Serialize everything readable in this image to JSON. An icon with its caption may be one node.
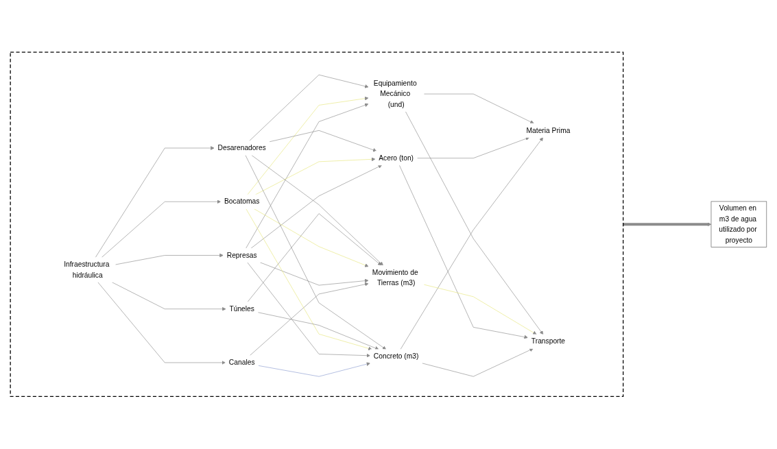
{
  "diagram": {
    "nodes": [
      {
        "text": [],
        "shape": "box"
      },
      {
        "text": [
          "Infraestructura hidráulica"
        ],
        "in": 0
      },
      {
        "text": [
          "Canales"
        ],
        "in": 0
      },
      {
        "text": [
          "Represas"
        ],
        "in": 0
      },
      {
        "text": [
          "Bocatomas"
        ],
        "in": 0
      },
      {
        "text": [
          "Túneles"
        ],
        "in": 0
      },
      {
        "text": [
          "Desarenadores"
        ],
        "in": 0
      },
      {
        "text": [
          "Concreto (m3)"
        ],
        "in": 0
      },
      {
        "text": [
          "Acero (ton)"
        ],
        "in": 0
      },
      {
        "text": [
          "Movimiento de Tierras (m3)"
        ],
        "in": 0
      },
      {
        "text": [
          "Equipamiento Mecánico (und)"
        ],
        "in": 0
      },
      {
        "text": [
          "Materia Prima"
        ],
        "in": 0
      },
      {
        "text": [
          "Transporte"
        ],
        "in": 0
      },
      {
        "text": [
          "Volumen en m3 de agua utilizado por proyecto"
        ]
      }
    ],
    "edges": [
      {
        "from": 1,
        "to": 2,
        "arrow": "to"
      },
      {
        "from": 1,
        "to": 3,
        "arrow": "to"
      },
      {
        "from": 1,
        "to": 4,
        "arrow": "to"
      },
      {
        "from": 1,
        "to": 5,
        "arrow": "to"
      },
      {
        "from": 1,
        "to": 6,
        "arrow": "to"
      },
      {
        "from": 2,
        "to": 7,
        "arrow": "to",
        "color": "#8a9bd0"
      },
      {
        "from": 2,
        "to": 9,
        "arrow": "to"
      },
      {
        "from": 3,
        "to": 7,
        "arrow": "to"
      },
      {
        "from": 3,
        "to": 8,
        "arrow": "to"
      },
      {
        "from": 3,
        "to": 9,
        "arrow": "to"
      },
      {
        "from": 3,
        "to": 10,
        "arrow": "to"
      },
      {
        "from": 4,
        "to": 7,
        "arrow": "to",
        "color": "#e6e67a"
      },
      {
        "from": 4,
        "to": 8,
        "arrow": "to",
        "color": "#e6e67a"
      },
      {
        "from": 4,
        "to": 9,
        "arrow": "to",
        "color": "#e6e67a"
      },
      {
        "from": 4,
        "to": 10,
        "arrow": "to",
        "color": "#e6e67a"
      },
      {
        "from": 5,
        "to": 7,
        "arrow": "to"
      },
      {
        "from": 5,
        "to": 9,
        "arrow": "to"
      },
      {
        "from": 6,
        "to": 7,
        "arrow": "to"
      },
      {
        "from": 6,
        "to": 8,
        "arrow": "to"
      },
      {
        "from": 6,
        "to": 9,
        "arrow": "to"
      },
      {
        "from": 6,
        "to": 10,
        "arrow": "to"
      },
      {
        "from": 7,
        "to": 11,
        "arrow": "to"
      },
      {
        "from": 7,
        "to": 12,
        "arrow": "to"
      },
      {
        "from": 8,
        "to": 11,
        "arrow": "to"
      },
      {
        "from": 8,
        "to": 12,
        "arrow": "to"
      },
      {
        "from": 9,
        "to": 12,
        "arrow": "to",
        "color": "#e6e67a"
      },
      {
        "from": 10,
        "to": 11,
        "arrow": "to"
      },
      {
        "from": 10,
        "to": 12,
        "arrow": "to"
      },
      {
        "from": 0,
        "to": 13,
        "arrow": "to",
        "style": "thick"
      }
    ]
  }
}
